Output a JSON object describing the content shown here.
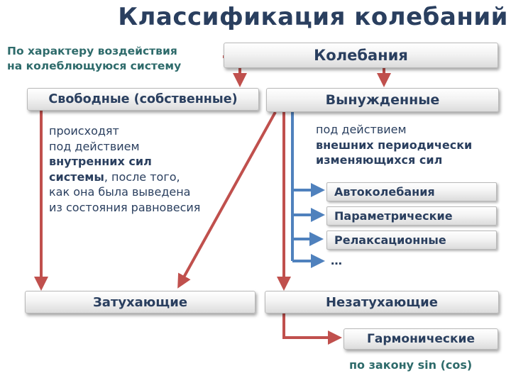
{
  "title": "Классификация колебаний",
  "criterion_label": "По характеру воздействия\nна колеблющуюся систему",
  "nodes": {
    "root": "Колебания",
    "free": "Свободные (собственные)",
    "forced": "Вынужденные",
    "damped": "Затухающие",
    "undamped": "Незатухающие",
    "auto": "Автоколебания",
    "parametric": "Параметрические",
    "relaxation": "Релаксационные",
    "ellipsis": "…",
    "harmonic": "Гармонические"
  },
  "free_description": {
    "line1": "происходят",
    "line2": "под действием",
    "line3_bold": "внутренних сил",
    "line4_bold": "системы",
    "line4_rest": ", после того,",
    "line5": "как она была выведена",
    "line6": "из состояния равновесия"
  },
  "forced_description": {
    "line1": "под действием",
    "line2_bold": "внешних периодически",
    "line3_bold": "изменяющихся сил"
  },
  "harmonic_note": "по закону sin (cos)",
  "colors": {
    "title": "#2a3f5f",
    "accent_text": "#2e6b6b",
    "red_arrow": "#c0504d",
    "blue_arrow": "#4f81bd"
  }
}
